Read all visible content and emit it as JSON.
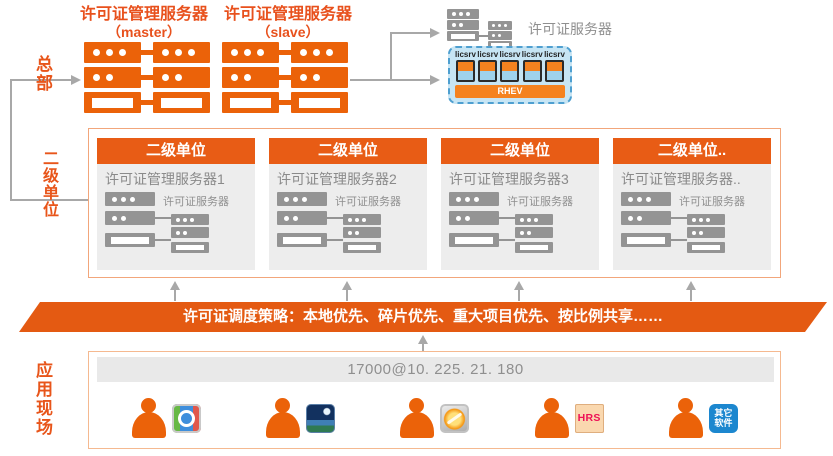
{
  "colors": {
    "accent_orange": "#EB6209",
    "banner_orange": "#E45A12",
    "header_orange": "#E85C15",
    "box_border_light_orange": "#F2A67B",
    "gray_icon": "#949494",
    "gray_text": "#8C8C8C",
    "rhev_bg_blue": "#C7E5F4",
    "rhev_border_blue": "#4E9FD0",
    "rhev_bar_orange": "#F5821F"
  },
  "left_labels": {
    "headquarters": "总部",
    "secondary_unit": "二级单位",
    "application_site": "应用现场"
  },
  "top_section": {
    "master": {
      "title": "许可证管理服务器",
      "subtitle": "（master）"
    },
    "slave": {
      "title": "许可证管理服务器",
      "subtitle": "（slave）"
    },
    "license_server_label": "许可证服务器",
    "rhev": {
      "platform_label": "RHEV",
      "node_labels": [
        "licsrv",
        "licsrv",
        "licsrv",
        "licsrv",
        "licsrv"
      ]
    }
  },
  "secondary_section": {
    "cards": [
      {
        "header": "二级单位",
        "title": "许可证管理服务器1",
        "icon_label": "许可证服务器"
      },
      {
        "header": "二级单位",
        "title": "许可证管理服务器2",
        "icon_label": "许可证服务器"
      },
      {
        "header": "二级单位",
        "title": "许可证管理服务器3",
        "icon_label": "许可证服务器"
      },
      {
        "header": "二级单位..",
        "title": "许可证管理服务器..",
        "icon_label": "许可证服务器"
      }
    ]
  },
  "policy_banner": {
    "text": "许可证调度策略：本地优先、碎片优先、重大项目优先、按比例共享……"
  },
  "application_section": {
    "license_address": "17000@10. 225. 21. 180",
    "clients": [
      {
        "icon": "compass-app-icon",
        "label": ""
      },
      {
        "icon": "photo-app-icon",
        "label": ""
      },
      {
        "icon": "gold-app-icon",
        "label": ""
      },
      {
        "icon": "hrs-app-icon",
        "label": "HRS"
      },
      {
        "icon": "other-software-app-icon",
        "label": "其它软件"
      }
    ]
  }
}
